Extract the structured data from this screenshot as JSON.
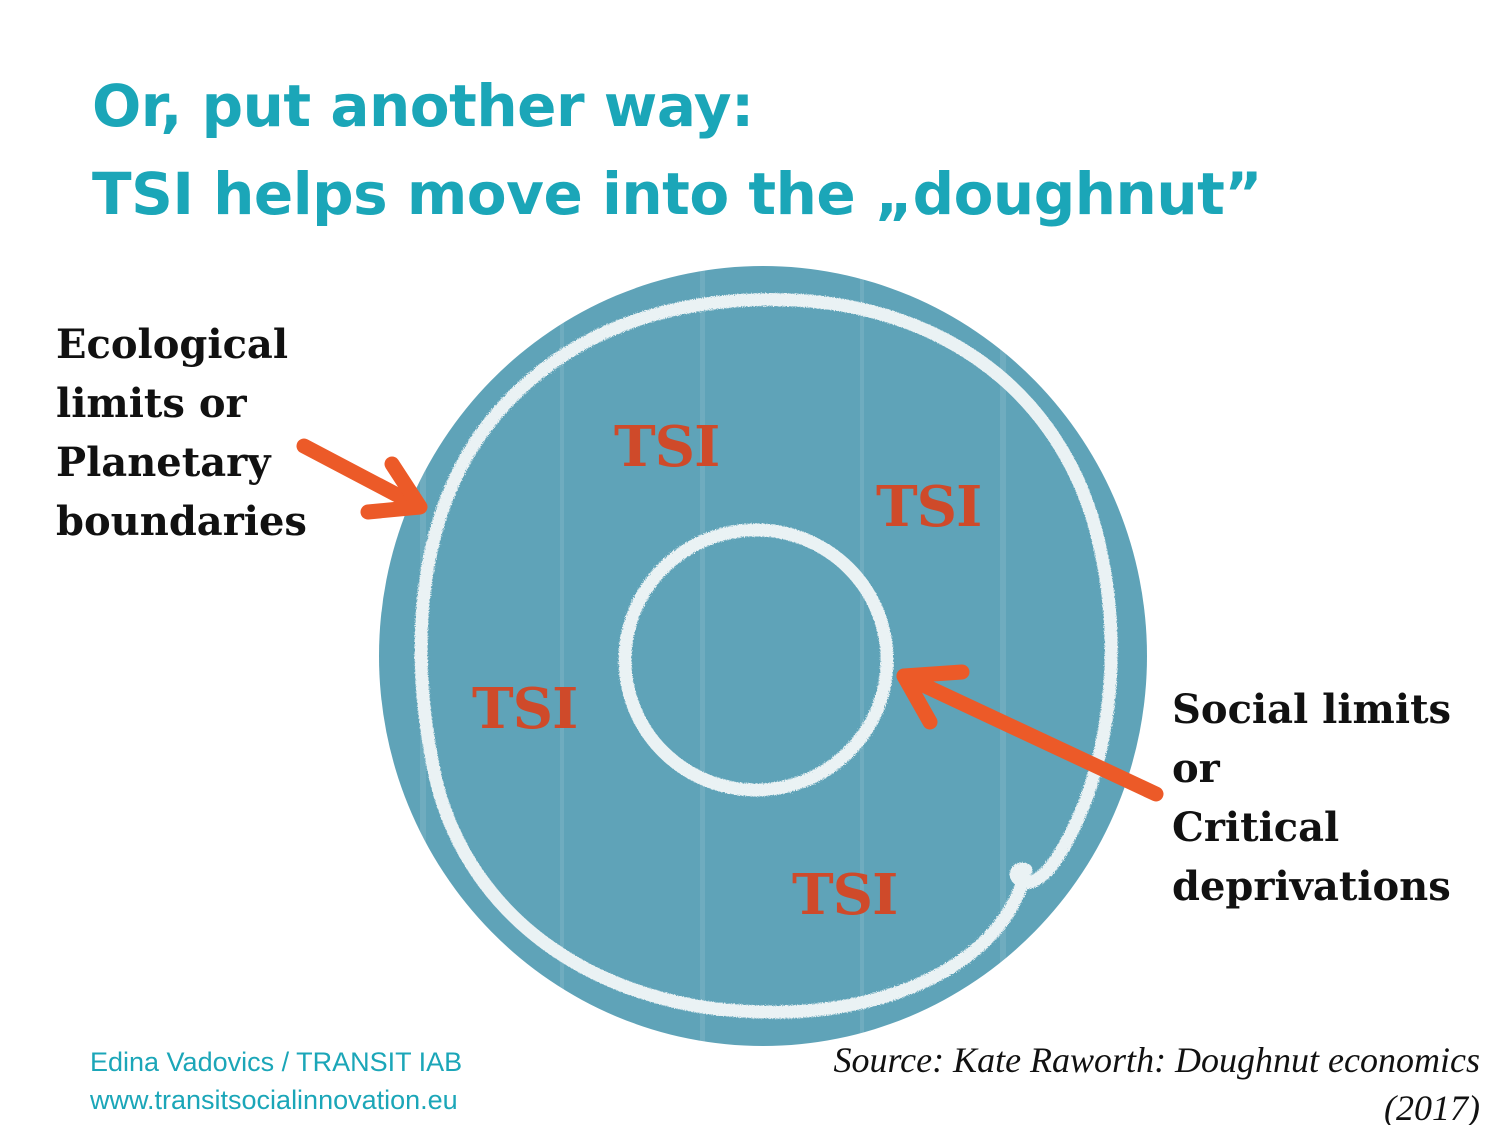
{
  "title": {
    "line1": "Or, put another way:",
    "line2": "TSI helps move into the „doughnut”"
  },
  "left_label": {
    "line1": "Ecological",
    "line2": "limits or",
    "line3": "Planetary",
    "line4": "boundaries"
  },
  "right_label": {
    "line1": "Social limits",
    "line2": "or",
    "line3": "Critical",
    "line4": "deprivations"
  },
  "doughnut": {
    "labels": [
      "TSI",
      "TSI",
      "TSI",
      "TSI"
    ],
    "fill_color": "#5fa3b8",
    "ring_color": "#eaf2f4",
    "arrow_color": "#ec5a28",
    "label_color": "#cf4a2a"
  },
  "footer": {
    "author": "Edina Vadovics / TRANSIT IAB",
    "website": "www.transitsocialinnovation.eu",
    "source": "Source: Kate Raworth: Doughnut economics (2017)"
  }
}
